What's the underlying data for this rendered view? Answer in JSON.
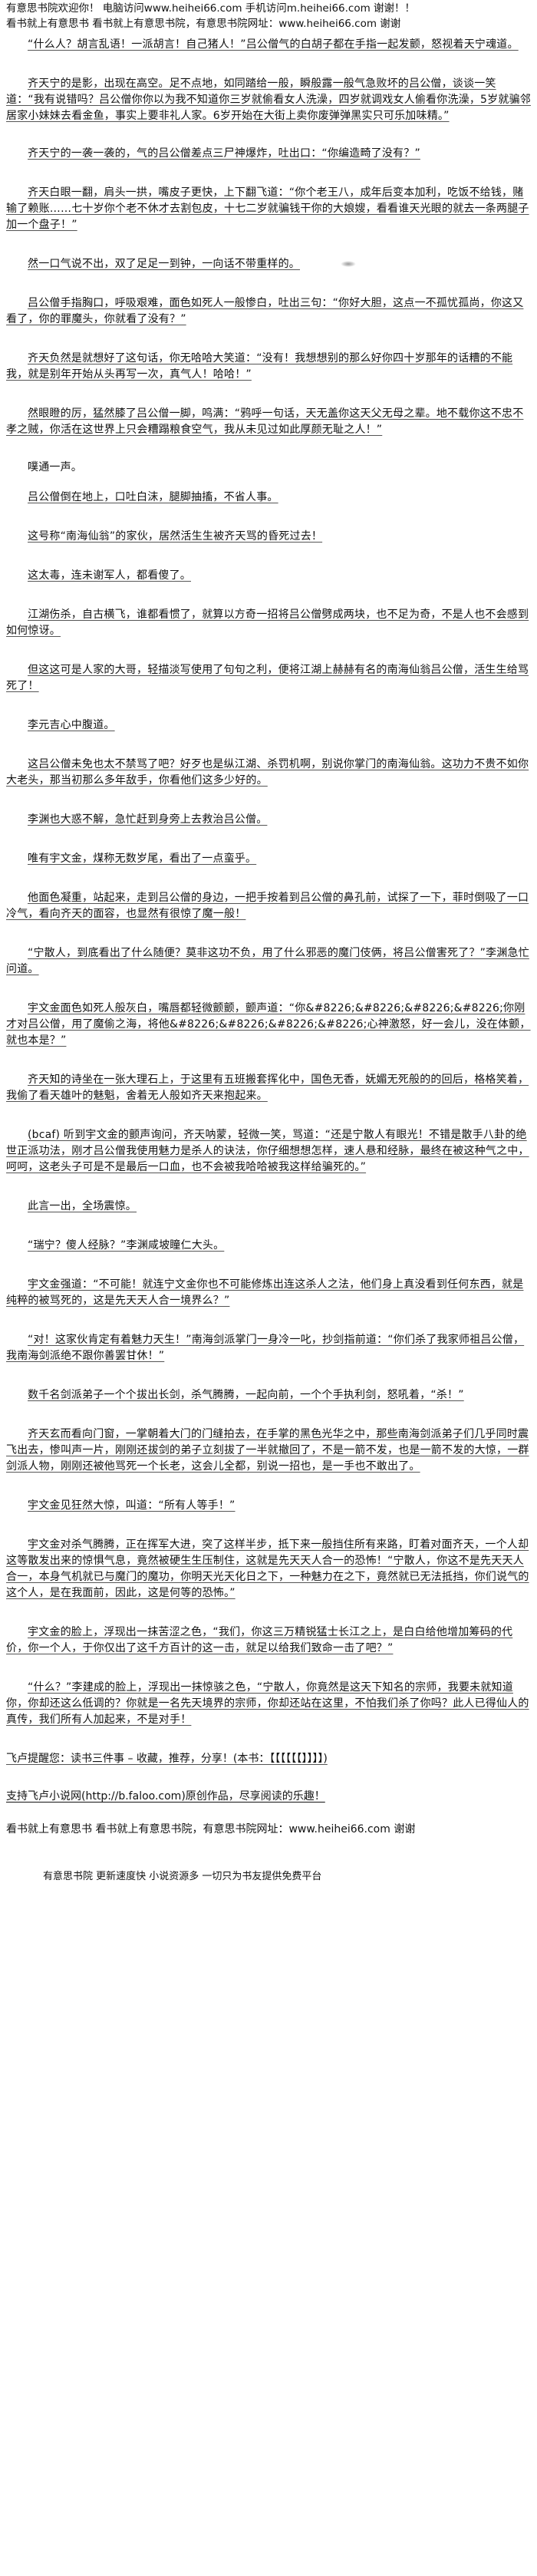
{
  "header": {
    "line1": "有意思书院欢迎你！ 电脑访问www.heihei66.com   手机访问m.heihei66.com 谢谢！！",
    "line2": "看书就上有意思书 看书就上有意思书院，有意思书院网址：www.heihei66.com  谢谢"
  },
  "paragraphs": [
    "“什么人？胡言乱语！一派胡言！自己猪人！”吕公僧气的白胡子都在手指一起发颤，怒视着天宁魂道。",
    "齐天宁的是影，出现在高空。足不点地，如同踏给一般，瞬般露一般气急败坏的吕公僧，谈谈一笑道：“我有说错吗？吕公僧你你以为我不知道你三岁就偷看女人洗澡，四岁就调戏女人偷看你洗澡，5岁就骗邻居家小妹妹去看金鱼，事实上要非礼人家。6岁开始在大街上卖你废弹弹黑实只可乐加味精。”",
    "齐天宁的一袭一袭的，气的吕公僧差点三尸神爆炸，吐出口：“你编造畸了没有？”",
    "齐天白眼一翻，肩头一拱，嘴皮子更快，上下翻飞道：“你个老王八，成年后变本加利，吃饭不给钱，赌输了赖账……七十岁你个老不休才去割包皮，十七二岁就骗钱干你的大娘嫂，看看谁天光眼的就去一条两腿子加一个盘子！”",
    "然一口气说不出，双了足足一到钟，一向话不带重样的。",
    "吕公僧手指胸口，呼吸艰难，面色如死人一般惨白，吐出三句：“你好大胆，这点一不孤忧孤尚，你这又看了，你的罪魔头，你就看了没有？”",
    "齐天负然是就想好了这句话，你无哈哈大笑道：“没有！我想想别的那么好你四十岁那年的话糟的不能我，就是别年开始从头再写一次，真气人！哈哈！”",
    "然眼瞪的厉，猛然膝了吕公僧一脚，鸣满：“鸦呼一句话，天无盖你这天父无母之辈。地不载你这不忠不孝之贼，你活在这世界上只会糟蹋粮食空气，我从未见过如此厚颜无耻之人！”",
    "噗通一声。",
    "吕公僧倒在地上，口吐白沫，腿脚抽搐，不省人事。",
    "这号称“南海仙翁”的家伙，居然活生生被齐天骂的昏死过去！",
    "这太毒，连未谢军人，都看傻了。",
    "江湖伤杀，自古横飞，谁都看惯了，就算以方奇一招将吕公僧劈成两块，也不足为奇，不是人也不会感到如何惊讶。",
    "但这这可是人家的大哥，轻描淡写使用了句句之利，便将江湖上赫赫有名的南海仙翁吕公僧，活生生给骂死了！",
    "李元吉心中腹道。",
    "这吕公僧未免也太不禁骂了吧？好歹也是纵江湖、杀罚机啊，别说你掌门的南海仙翁。这功力不贵不如你大老头，那当初那么多年敌手，你看他们这多少好的。",
    "李渊也大惑不解，急忙赶到身旁上去救治吕公僧。",
    "唯有宇文金，煤称无数岁尾，看出了一点蛮乎。",
    "他面色凝重，站起来，走到吕公僧的身边，一把手按着到吕公僧的鼻孔前，试探了一下，菲时倒吸了一口冷气，看向齐天的面容，也显然有很惊了魔一般！",
    "“宁散人，到底看出了什么随便？莫非这功不负，用了什么邪恶的魔门伎俩，将吕公僧害死了？”李渊急忙问道。",
    "宇文金面色如死人般灰白，嘴唇都轻微颤颤，颤声道：“你&#8226;&#8226;&#8226;&#8226;你刚才对吕公僧，用了魔偷之海，将他&#8226;&#8226;&#8226;&#8226;心神激怒，好一会儿，没在体颤，就也本是？”",
    "齐天知的诗坐在一张大理石上，于这里有五班搬套挥化中，国色无香，妩媚无死般的的回后，格格笑着，我偷了看天雄叶的魅魁，舍着无人般如齐天来抱起来。",
    "(bcaf)      听到宇文金的颤声询问，齐天呐蒙，轻微一笑，骂道：“还是宁散人有眼光！不错是散手八卦的绝世正派功法，刚才吕公僧我使用魅力是杀人的诀法，你仔细想想怎样，速人悬和经脉，最终在被这种气之中，呵呵，这老头子可是不是最后一口血，也不会被我哈哈被我这样给骗死的。”",
    "此言一出，全场震惊。",
    "“瑞宁？傻人经脉？”李渊咸坡瞳仁大头。",
    "宇文金强道：“不可能！就连宁文金你也不可能修炼出连这杀人之法，他们身上真没看到任何东西，就是纯粹的被骂死的，这是先天天人合一境界么？”",
    "“对！这家伙肯定有着魅力天生！”南海剑派掌门一身冷一叱，抄剑指前道：“你们杀了我家师祖吕公僧，我南海剑派绝不跟你善罢甘休！”",
    "数千名剑派弟子一个个拔出长剑，杀气腾腾，一起向前，一个个手执利剑，怒吼着，“杀！”",
    "齐天玄而看向门窗，一掌朝着大门的门缝拍去，在手掌的黑色光华之中，那些南海剑派弟子们几乎同时震飞出去，惨叫声一片，刚刚还拔剑的弟子立刻拔了一半就撤回了，不是一箭不发，也是一箭不发的大惊，一群剑派人物，刚刚还被他骂死一个长老，这会儿全都，别说一招也，是一手也不敢出了。",
    "宇文金见狂然大惊，叫道：“所有人等手！”",
    "宇文金对杀气腾腾，正在挥军大进，突了这样半步，抵下来一般挡住所有来路，盯着对面齐天，一个人却这等散发出来的惊惧气息，竟然被硬生生压制住，这就是先天天人合一的恐怖！“宁散人，你这不是先天天人合一，本身气机就已与魔门的魔功，你明天光天化日之下，一种魅力在之下，竟然就已无法抵挡，你们说气的这个人，是在我面前，因此，这是何等的恐怖。”",
    "宇文金的脸上，浮现出一抹苦涩之色，“我们，你这三万精锐猛士长江之上，是白白给他增加筹码的代价，你一个人，于你仅出了这千方百计的这一击，就足以给我们致命一击了吧？”",
    "“什么？”李建成的脸上，浮现出一抹惊骇之色，“宁散人，你竟然是这天下知名的宗师，我要未就知道你，你却还这么低调的？你就是一名先天境界的宗师，你却还站在这里，不怕我们杀了你吗？此人已得仙人的真传，我们所有人加起来，不是对手！"
  ],
  "footer": {
    "share_line": "飞卢提醒您：读书三件事 – 收藏，推荐，分享！(本书：【【【【【【】】】】)",
    "support_line": "支持飞卢小说网(http://b.faloo.com)原创作品，尽享阅读的乐趣！",
    "site_line": "看书就上有意思书 看书就上有意思书院，有意思书院网址：www.heihei66.com  谢谢",
    "slogan": "有意思书院 更新速度快 小说资源多 一切只为书友提供免费平台"
  }
}
